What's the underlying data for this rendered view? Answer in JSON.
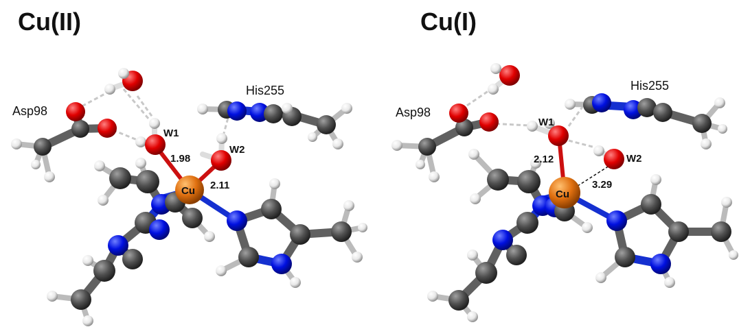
{
  "panels": [
    {
      "title": "Cu(II)",
      "labels": {
        "residue_asp": "Asp98",
        "residue_his": "His255",
        "water1": "W1",
        "water2": "W2",
        "metal": "Cu",
        "distance_w1": "1.98",
        "distance_w2": "2.11"
      }
    },
    {
      "title": "Cu(I)",
      "labels": {
        "residue_asp": "Asp98",
        "residue_his": "His255",
        "water1": "W1",
        "water2": "W2",
        "metal": "Cu",
        "distance_w1": "2.12",
        "distance_w2": "3.29"
      }
    }
  ],
  "colors": {
    "copper": "#e07010",
    "oxygen": "#e00000",
    "nitrogen": "#0010e0",
    "carbon": "#505050",
    "hydrogen": "#f2f2f2",
    "coordination_bond": "#cc1010",
    "hbond": "#c8c8c8"
  }
}
